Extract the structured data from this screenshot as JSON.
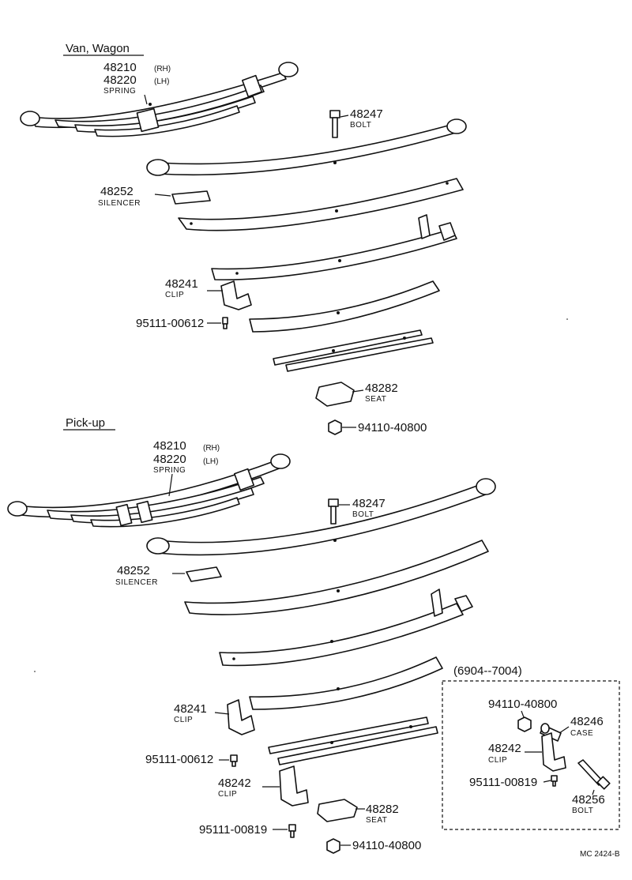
{
  "sections": {
    "van": {
      "title": "Van, Wagon",
      "spring": {
        "num_rh": "48210",
        "rh": "(RH)",
        "num_lh": "48220",
        "lh": "(LH)",
        "name": "SPRING"
      },
      "bolt": {
        "num": "48247",
        "name": "BOLT"
      },
      "silencer": {
        "num": "48252",
        "name": "SILENCER"
      },
      "clip": {
        "num": "48241",
        "name": "CLIP"
      },
      "screw": {
        "num": "95111-00612"
      },
      "seat": {
        "num": "48282",
        "name": "SEAT"
      },
      "nut": {
        "num": "94110-40800"
      }
    },
    "pickup": {
      "title": "Pick-up",
      "spring": {
        "num_rh": "48210",
        "rh": "(RH)",
        "num_lh": "48220",
        "lh": "(LH)",
        "name": "SPRING"
      },
      "bolt": {
        "num": "48247",
        "name": "BOLT"
      },
      "silencer": {
        "num": "48252",
        "name": "SILENCER"
      },
      "clip": {
        "num": "48241",
        "name": "CLIP"
      },
      "screw": {
        "num": "95111-00612"
      },
      "clip2": {
        "num": "48242",
        "name": "CLIP"
      },
      "screw2": {
        "num": "95111-00819"
      },
      "seat": {
        "num": "48282",
        "name": "SEAT"
      },
      "nut": {
        "num": "94110-40800"
      }
    },
    "inset": {
      "title": "(6904--7004)",
      "nut": {
        "num": "94110-40800"
      },
      "case": {
        "num": "48246",
        "name": "CASE"
      },
      "clip": {
        "num": "48242",
        "name": "CLIP"
      },
      "screw": {
        "num": "95111-00819"
      },
      "bolt": {
        "num": "48256",
        "name": "BOLT"
      }
    }
  },
  "footer": {
    "code": "MC 2424-B"
  }
}
